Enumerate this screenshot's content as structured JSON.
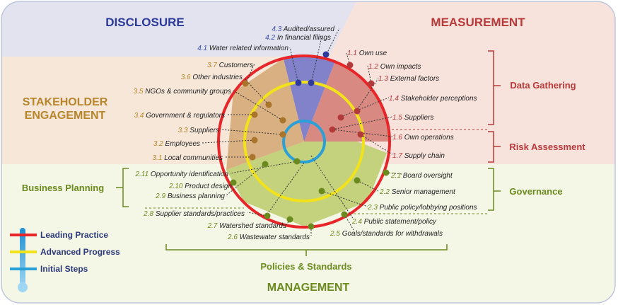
{
  "quadrants": {
    "disclosure": "DISCLOSURE",
    "measurement": "MEASUREMENT",
    "stakeholder_line1": "STAKEHOLDER",
    "stakeholder_line2": "ENGAGEMENT",
    "management": "MANAGEMENT"
  },
  "groups": {
    "data_gathering": "Data Gathering",
    "risk_assessment": "Risk Assessment",
    "governance": "Governance",
    "business_planning": "Business Planning",
    "policies_standards": "Policies & Standards"
  },
  "legend": {
    "leading": "Leading Practice",
    "advanced": "Advanced Progress",
    "initial": "Initial Steps"
  },
  "colors": {
    "disclosure": "#3a50a8",
    "measurement": "#b83a3a",
    "stakeholder": "#b8862a",
    "management": "#6b8a1e",
    "leading_ring": "#e8262a",
    "advanced_ring": "#f2e21a",
    "initial_ring": "#2aa0d8"
  },
  "items": [
    {
      "num": "4.3",
      "text": "Audited/assured",
      "cat": "disclosure"
    },
    {
      "num": "4.2",
      "text": "In financial filings",
      "cat": "disclosure"
    },
    {
      "num": "4.1",
      "text": "Water related information",
      "cat": "disclosure"
    },
    {
      "num": "1.1",
      "text": "Own use",
      "cat": "measurement"
    },
    {
      "num": "1.2",
      "text": "Own impacts",
      "cat": "measurement"
    },
    {
      "num": "1.3",
      "text": "External factors",
      "cat": "measurement"
    },
    {
      "num": "1.4",
      "text": "Stakeholder perceptions",
      "cat": "measurement"
    },
    {
      "num": "1.5",
      "text": "Suppliers",
      "cat": "measurement"
    },
    {
      "num": "1.6",
      "text": "Own operations",
      "cat": "measurement"
    },
    {
      "num": "1.7",
      "text": "Supply chain",
      "cat": "measurement"
    },
    {
      "num": "3.7",
      "text": "Customers",
      "cat": "stakeholder"
    },
    {
      "num": "3.6",
      "text": "Other industries",
      "cat": "stakeholder"
    },
    {
      "num": "3.5",
      "text": "NGOs & community groups",
      "cat": "stakeholder"
    },
    {
      "num": "3.4",
      "text": "Government & regulators",
      "cat": "stakeholder"
    },
    {
      "num": "3.3",
      "text": "Suppliers",
      "cat": "stakeholder"
    },
    {
      "num": "3.2",
      "text": "Employees",
      "cat": "stakeholder"
    },
    {
      "num": "3.1",
      "text": "Local communities",
      "cat": "stakeholder"
    },
    {
      "num": "2.11",
      "text": "Opportunity identification",
      "cat": "management"
    },
    {
      "num": "2.10",
      "text": "Product design",
      "cat": "management"
    },
    {
      "num": "2.9",
      "text": "Business planning",
      "cat": "management"
    },
    {
      "num": "2.8",
      "text": "Supplier standards/practices",
      "cat": "management"
    },
    {
      "num": "2.7",
      "text": "Watershed standards",
      "cat": "management"
    },
    {
      "num": "2.6",
      "text": "Wastewater standards",
      "cat": "management"
    },
    {
      "num": "2.1",
      "text": "Board oversight",
      "cat": "management"
    },
    {
      "num": "2.2",
      "text": "Senior management",
      "cat": "management"
    },
    {
      "num": "2.3",
      "text": "Public policy/lobbying positions",
      "cat": "management"
    },
    {
      "num": "2.4",
      "text": "Public statement/policy",
      "cat": "management"
    },
    {
      "num": "2.5",
      "text": "Goals/standards for withdrawals",
      "cat": "management"
    }
  ]
}
